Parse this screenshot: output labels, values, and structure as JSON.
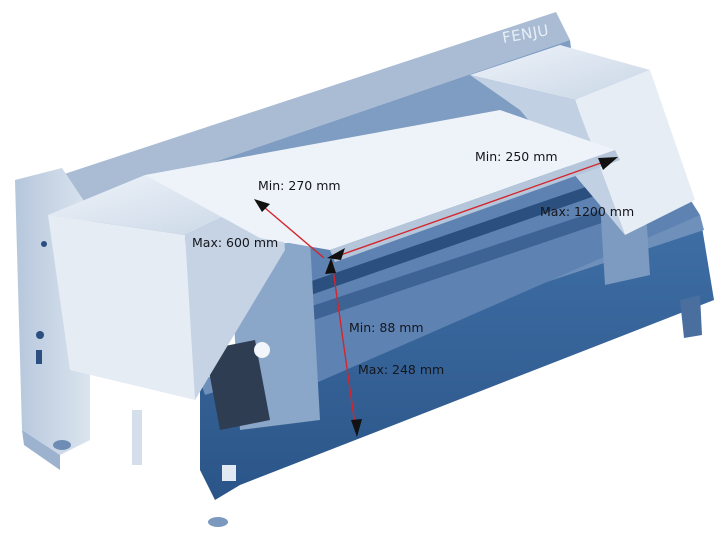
{
  "image": {
    "subject": "FENJU machine",
    "palette": {
      "base": "#2e5d95",
      "panel": "#d9e2ee",
      "panel_light": "#e9eff6",
      "panel_shadow": "#98b0cc",
      "dark": "#1f3f68",
      "arrow": "#d4252b",
      "arrow_head": "#111111",
      "text": "#15161c"
    }
  },
  "brand_text": "FENJU",
  "dimensions": {
    "min_width": "Min: 250 mm",
    "max_width": "Max: 1200 mm",
    "min_depth": "Min: 270 mm",
    "max_depth": "Max: 600 mm",
    "min_height": "Min: 88 mm",
    "max_height": "Max: 248 mm"
  }
}
